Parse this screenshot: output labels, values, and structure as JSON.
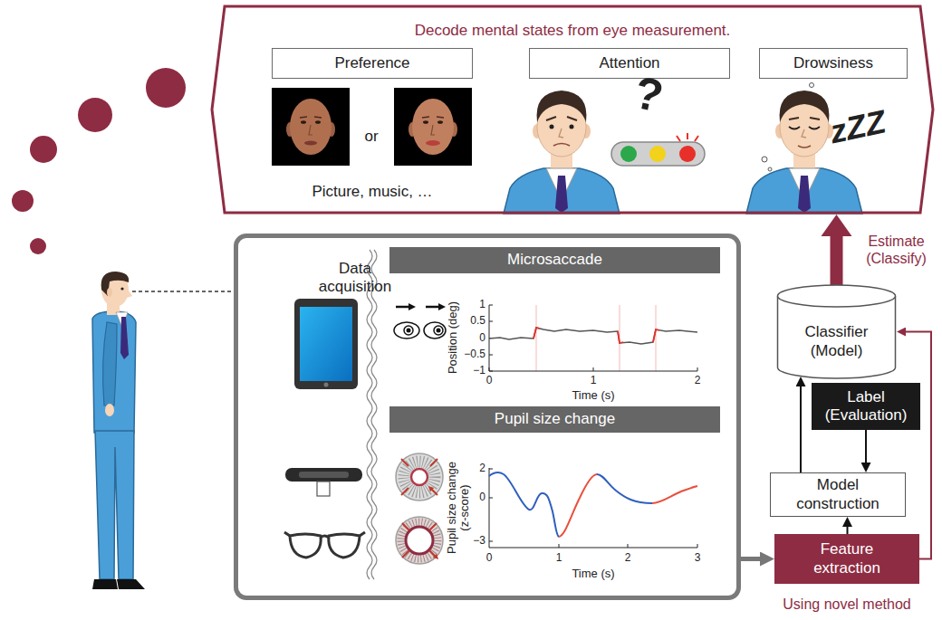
{
  "diagram": {
    "nodes": [
      {
        "text": [
          "Decode mental states from eye measurement."
        ]
      },
      {
        "text": [
          "Preference"
        ],
        "in": 0
      },
      {
        "text": [
          "Attention"
        ],
        "in": 0
      },
      {
        "text": [
          "Drowsiness"
        ],
        "in": 0
      },
      {
        "text": [
          "Data acquisition"
        ]
      },
      {
        "text": [
          "Microsaccade"
        ],
        "in": 4
      },
      {
        "text": [
          "Pupil size change"
        ],
        "in": 4
      },
      {
        "text": [
          "Classifier (Model)"
        ]
      },
      {
        "text": [
          "Label (Evaluation)"
        ]
      },
      {
        "text": [
          "Model construction"
        ]
      },
      {
        "text": [
          "Feature extraction",
          "Using novel method"
        ]
      }
    ],
    "edges": [
      {
        "from": 4,
        "to": 10,
        "arrow": "to"
      },
      {
        "from": 10,
        "to": 9,
        "arrow": "to"
      },
      {
        "from": 9,
        "to": 7,
        "arrow": "to"
      },
      {
        "from": 8,
        "to": 9,
        "arrow": "to"
      },
      {
        "from": 10,
        "to": 7,
        "arrow": "to"
      },
      {
        "from": 7,
        "to": 0,
        "arrow": "to",
        "label": "Estimate (Classify)"
      }
    ],
    "labels": [
      "Picture, music, …",
      "or",
      "?",
      "zZZ",
      "1",
      "0.5",
      "0",
      "−0.5",
      "−1",
      "Position (deg)",
      "0",
      "1",
      "2",
      "Time (s)",
      "2",
      "0",
      "−3",
      "Pupil size change (z-score)",
      "0",
      "1",
      "2",
      "3",
      "Time (s)"
    ]
  }
}
